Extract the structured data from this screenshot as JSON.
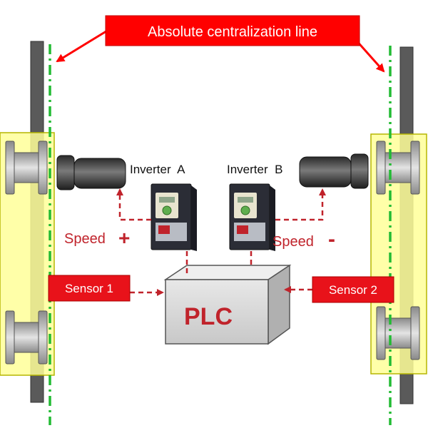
{
  "title_banner": {
    "text": "Absolute centralization line"
  },
  "inverters": {
    "a": {
      "label": "Inverter  A"
    },
    "b": {
      "label": "Inverter  B"
    }
  },
  "speed": {
    "left": {
      "label": "Speed",
      "sign": "+"
    },
    "right": {
      "label": "Speed",
      "sign": "-"
    }
  },
  "sensors": {
    "one": {
      "label": "Sensor 1"
    },
    "two": {
      "label": "Sensor 2"
    }
  },
  "plc": {
    "label": "PLC"
  },
  "colors": {
    "banner_fill": "#ff0000",
    "banner_text": "#ffffff",
    "sensor_fill": "#e8121a",
    "accent_red": "#c0232b",
    "dash_line": "#c0232b",
    "center_line": "#22bb33",
    "roller_frame": "#ffff99",
    "plc_fill": "#d9d9d9"
  }
}
